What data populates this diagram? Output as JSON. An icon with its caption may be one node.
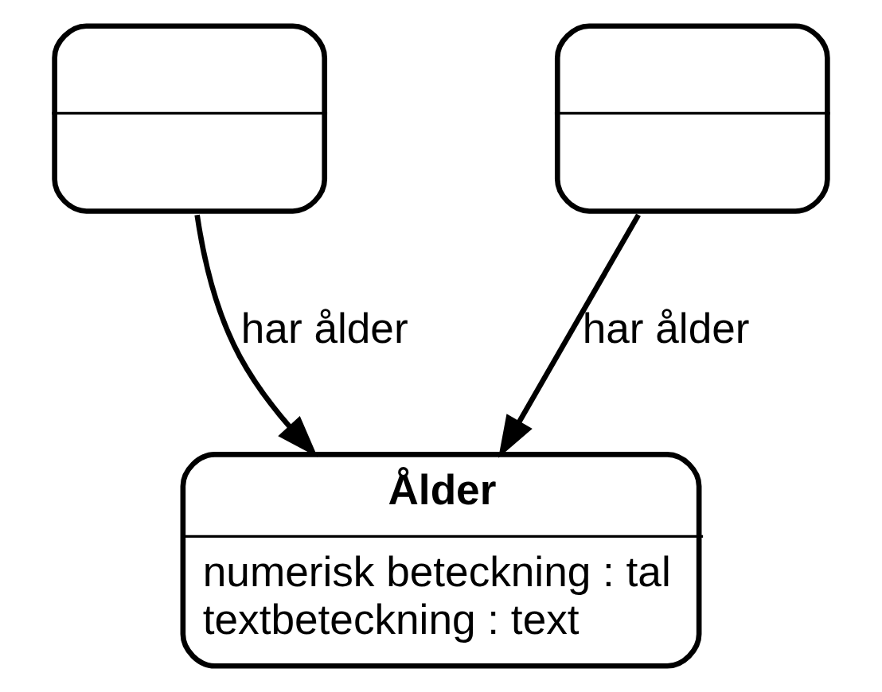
{
  "diagram": {
    "nodes": [
      {
        "text": [],
        "shape": "box"
      },
      {
        "text": [],
        "shape": "box"
      },
      {
        "text": [
          "Ålder",
          "numerisk beteckning : tal",
          "textbeteckning : text"
        ]
      }
    ],
    "edges": [
      {
        "from": 0,
        "to": 2,
        "arrow": "to",
        "label": "har ålder"
      },
      {
        "from": 1,
        "to": 2,
        "arrow": "to",
        "label": "har ålder"
      }
    ]
  }
}
